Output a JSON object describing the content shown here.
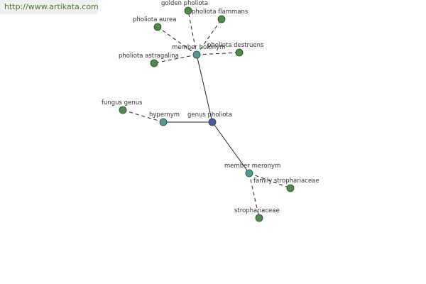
{
  "site": {
    "url_text": "http://www.artikata.com"
  },
  "colors": {
    "edge": "#222222",
    "node_center": "#4b5aa8",
    "node_relation": "#4f9a96",
    "node_term": "#4f8a4a",
    "node_stroke": "#2b4a2b",
    "site_text": "#4a7a2a",
    "site_background": "#f0f0f0"
  },
  "graph": {
    "center": {
      "id": "genus-pholiota",
      "label": "genus pholiota"
    },
    "relations": [
      {
        "id": "member-holonym",
        "label": "member holonym"
      },
      {
        "id": "hypernym",
        "label": "hypernym"
      },
      {
        "id": "member-meronym",
        "label": "member meronym"
      }
    ],
    "terms": [
      {
        "id": "golden-pholiota",
        "label": "golden pholiota",
        "relation": "member-holonym"
      },
      {
        "id": "pholiota-flammans",
        "label": "pholiota flammans",
        "relation": "member-holonym"
      },
      {
        "id": "pholiota-aurea",
        "label": "pholiota aurea",
        "relation": "member-holonym"
      },
      {
        "id": "pholiota-destruens",
        "label": "pholiota destruens",
        "relation": "member-holonym"
      },
      {
        "id": "pholiota-astragalina",
        "label": "pholiota astragalina",
        "relation": "member-holonym"
      },
      {
        "id": "fungus-genus",
        "label": "fungus genus",
        "relation": "hypernym"
      },
      {
        "id": "family-strophariaceae",
        "label": "family strophariaceae",
        "relation": "member-meronym"
      },
      {
        "id": "strophariaceae",
        "label": "strophariaceae",
        "relation": "member-meronym"
      }
    ]
  }
}
